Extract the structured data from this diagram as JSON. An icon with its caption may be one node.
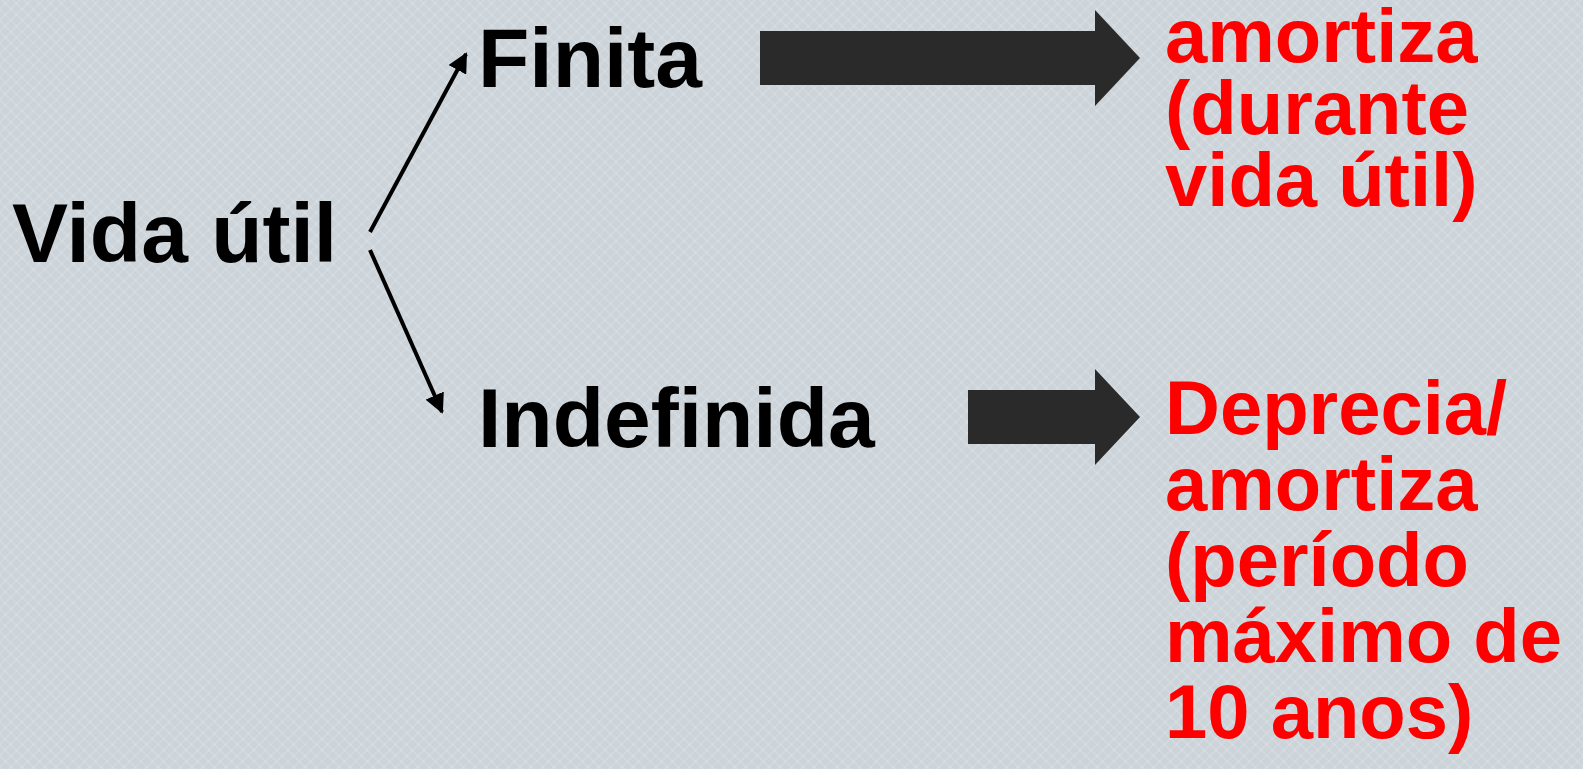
{
  "diagram": {
    "nodes": [
      {
        "text": [
          "Vida útil"
        ]
      },
      {
        "text": [
          "Finita"
        ]
      },
      {
        "text": [
          "Indefinida"
        ]
      },
      {
        "text": [
          "amortiza (durante vida útil)"
        ]
      },
      {
        "text": [
          "Deprecia/ amortiza (período máximo de 10 anos)"
        ]
      }
    ],
    "edges": [
      {
        "from": 0,
        "to": 1,
        "arrow": "to"
      },
      {
        "from": 0,
        "to": 2,
        "arrow": "to"
      },
      {
        "from": 1,
        "to": 3,
        "arrow": "to",
        "style": "thick"
      },
      {
        "from": 2,
        "to": 4,
        "arrow": "to",
        "style": "thick"
      }
    ]
  }
}
